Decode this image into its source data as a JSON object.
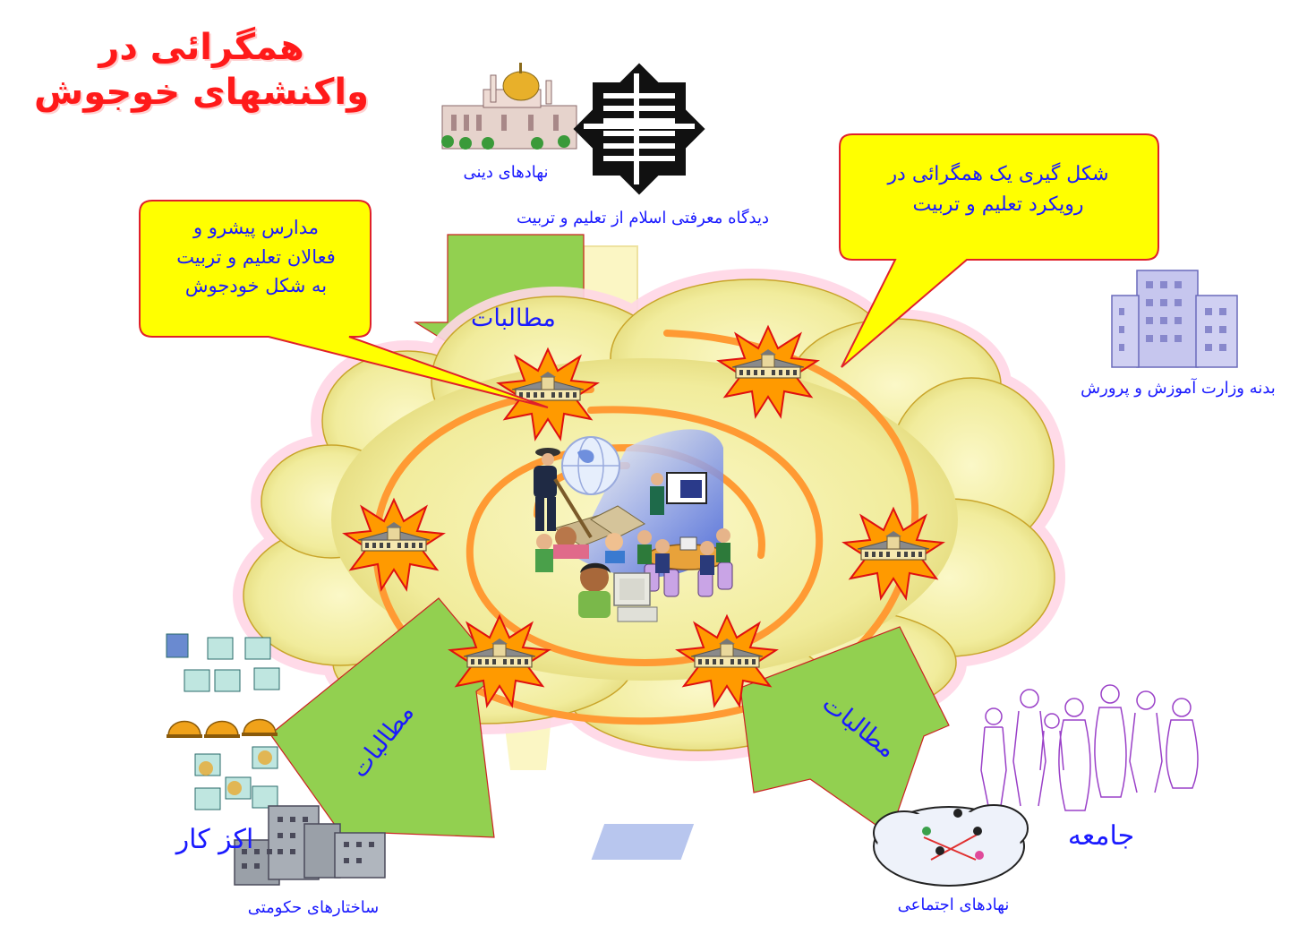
{
  "title": {
    "line1": "همگرائی در",
    "line2": "واکنشهای خوجوش"
  },
  "labels": {
    "religious_institutions": "نهادهای دینی",
    "islamic_view": "دیدگاه معرفتی اسلام از تعلیم و تربیت",
    "ministry": "بدنه وزارت آموزش و پرورش",
    "workforce": "اکز کار",
    "government": "ساختارهای حکومتی",
    "society": "جامعه",
    "social_institutions": "نهادهای اجتماعی"
  },
  "callouts": {
    "left": [
      "مدارس پیشرو و",
      "فعالان تعلیم و تربیت",
      "به شکل خودجوش"
    ],
    "right": [
      "شکل گیری یک همگرائی در",
      "رویکرد تعلیم و تربیت"
    ]
  },
  "demands": {
    "top": "مطالبات",
    "bottom_left": "مطالبات",
    "bottom_right": "مطالبات"
  },
  "colors": {
    "title": "#ff1a1a",
    "text": "#1a1aff",
    "cloud": "#f0ec9a",
    "ring": "#ff9a33",
    "arrow": "#92d050",
    "callout": "#ffff00",
    "callout_border": "#e0202a",
    "burst": "#ff9900"
  },
  "icons": [
    "mosque-icon",
    "calligraphy-emblem-icon",
    "office-building-icon",
    "schoolhouse-icon",
    "starburst-icon",
    "globe-icon",
    "classroom-scene-icon",
    "worker-helmet-icon",
    "government-building-icon",
    "people-silhouettes-icon",
    "social-network-icon"
  ]
}
